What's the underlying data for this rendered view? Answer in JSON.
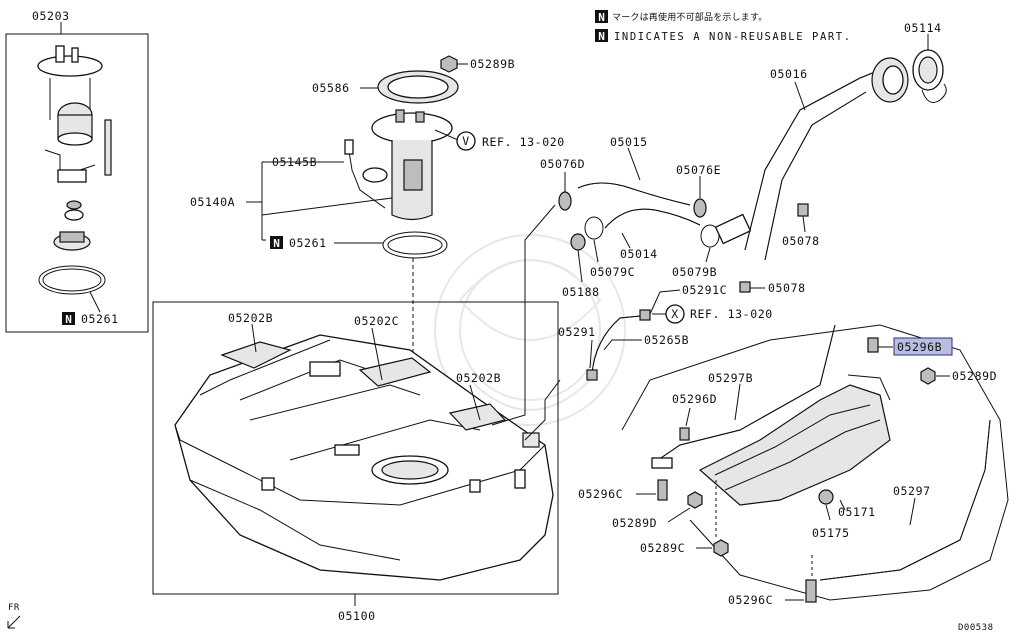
{
  "notes": {
    "jp": "マークは再使用不可部品を示します。",
    "en": "INDICATES A NON-REUSABLE PART.",
    "marker": "N"
  },
  "labels": {
    "p05203": "05203",
    "p05261_left": "05261",
    "p05289b": "05289B",
    "p05586": "05586",
    "ref_v": "REF. 13-020",
    "ref_v_marker": "V",
    "p05145b": "05145B",
    "p05140a": "05140A",
    "p05261_mid": "05261",
    "p05202b_left": "05202B",
    "p05202c": "05202C",
    "p05202b_right": "05202B",
    "p05100": "05100",
    "p05015": "05015",
    "p05076d": "05076D",
    "p05076e": "05076E",
    "p05014": "05014",
    "p05079c": "05079C",
    "p05079b": "05079B",
    "p05188": "05188",
    "p05291c": "05291C",
    "ref_x": "REF. 13-020",
    "ref_x_marker": "X",
    "p05291": "05291",
    "p05265b": "05265B",
    "p05016": "05016",
    "p05114": "05114",
    "p05078_a": "05078",
    "p05078_b": "05078",
    "p05296b": "05296B",
    "p05289d_right": "05289D",
    "p05297b": "05297B",
    "p05296d": "05296D",
    "p05296c_a": "05296C",
    "p05289d_left": "05289D",
    "p05289c": "05289C",
    "p05171": "05171",
    "p05175": "05175",
    "p05297": "05297",
    "p05296c_b": "05296C",
    "fr": "FR",
    "diagram_code": "D00538"
  },
  "colors": {
    "highlight_fill": "#b9bde0",
    "highlight_stroke": "#2a2f86",
    "ink": "#111111"
  }
}
